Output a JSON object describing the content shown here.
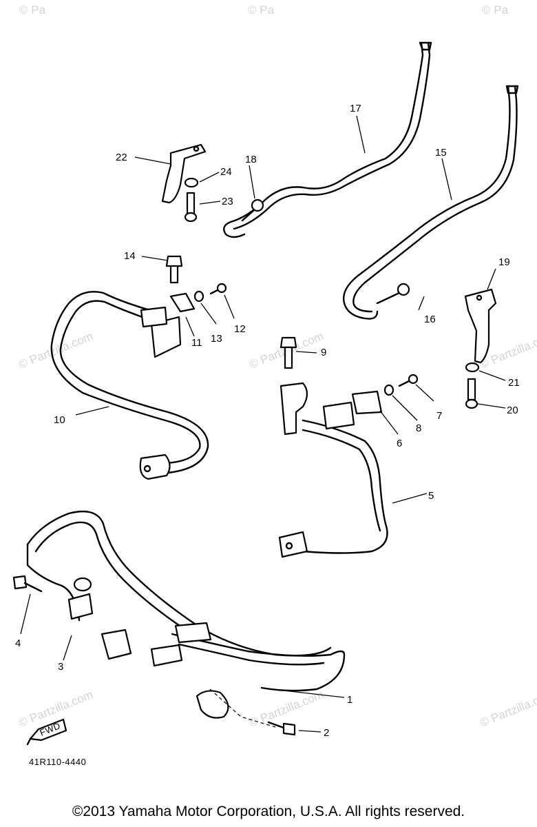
{
  "diagram": {
    "drawing_code": "41R110-4440",
    "fwd_label": "FWD",
    "watermark": "© Partzilla.com",
    "watermark_short": "© Pa",
    "callouts": {
      "c1": "1",
      "c2": "2",
      "c3": "3",
      "c4": "4",
      "c5": "5",
      "c6": "6",
      "c7": "7",
      "c8": "8",
      "c9": "9",
      "c10": "10",
      "c11": "11",
      "c12": "12",
      "c13": "13",
      "c14": "14",
      "c15": "15",
      "c16": "16",
      "c17": "17",
      "c18": "18",
      "c19": "19",
      "c20": "20",
      "c21": "21",
      "c22": "22",
      "c23": "23",
      "c24": "24"
    }
  },
  "footer": {
    "copyright": "©2013  Yamaha Motor Corporation, U.S.A. All rights reserved."
  }
}
